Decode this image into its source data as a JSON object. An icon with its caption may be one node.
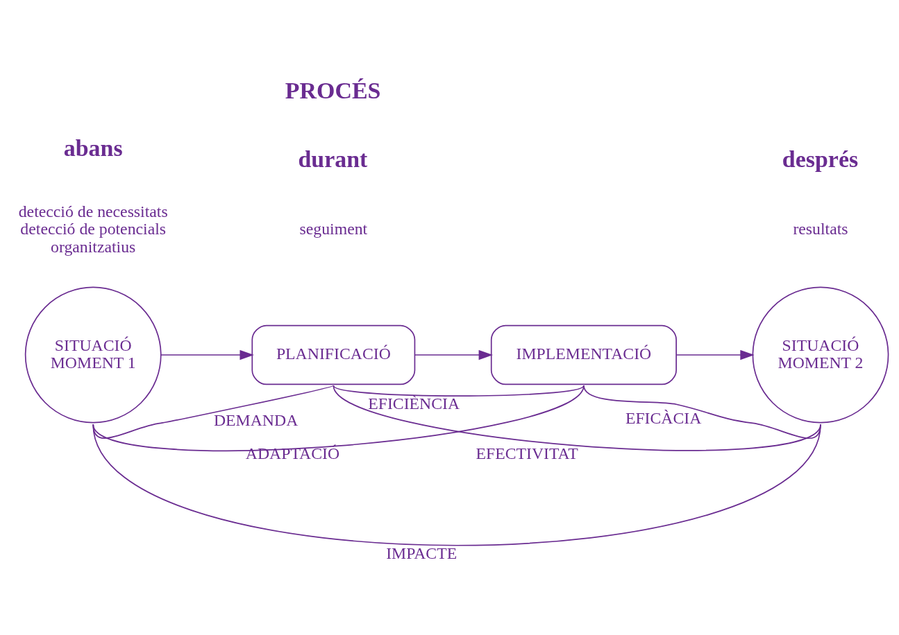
{
  "diagram": {
    "nodes": [
      {
        "text": [
          "SITUACIÓ MOMENT 1"
        ]
      },
      {
        "text": [
          "PLANIFICACIÓ"
        ]
      },
      {
        "text": [
          "IMPLEMENTACIÓ"
        ]
      },
      {
        "text": [
          "SITUACIÓ MOMENT 2"
        ]
      }
    ],
    "edges": [
      {
        "from": 0,
        "to": 1,
        "arrow": "to"
      },
      {
        "from": 1,
        "to": 2,
        "arrow": "to"
      },
      {
        "from": 2,
        "to": 3,
        "arrow": "to"
      },
      {
        "from": 0,
        "to": 1,
        "arrow": "none",
        "label": "DEMANDA"
      },
      {
        "from": 1,
        "to": 2,
        "arrow": "none",
        "label": "EFICIÈNCIA"
      },
      {
        "from": 2,
        "to": 3,
        "arrow": "none",
        "label": "EFICÀCIA"
      },
      {
        "from": 0,
        "to": 2,
        "arrow": "none",
        "label": "ADAPTACIÓ"
      },
      {
        "from": 1,
        "to": 3,
        "arrow": "none",
        "label": "EFECTIVITAT"
      },
      {
        "from": 0,
        "to": 3,
        "arrow": "none",
        "label": "IMPACTE"
      }
    ],
    "labels": [
      "PROCÉS",
      "abans",
      "durant",
      "després",
      "detecció de necessitats detecció de potencials organitzatius",
      "seguiment",
      "resultats"
    ]
  }
}
